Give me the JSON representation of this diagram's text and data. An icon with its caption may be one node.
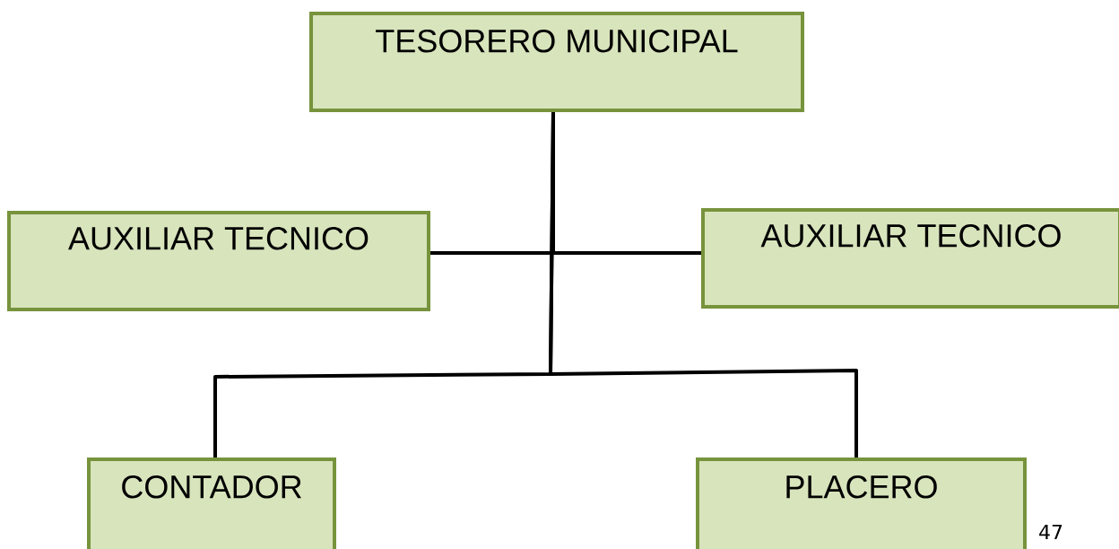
{
  "diagram": {
    "nodes": [
      {
        "text": [
          "TESORERO MUNICIPAL"
        ]
      },
      {
        "text": [
          "AUXILIAR TECNICO"
        ]
      },
      {
        "text": [
          "AUXILIAR TECNICO"
        ]
      },
      {
        "text": [
          "CONTADOR"
        ]
      },
      {
        "text": [
          "PLACERO"
        ]
      }
    ],
    "edges": [
      {
        "from": 0,
        "to": 1,
        "arrow": "none"
      },
      {
        "from": 0,
        "to": 2,
        "arrow": "none"
      },
      {
        "from": 0,
        "to": 3,
        "arrow": "none"
      },
      {
        "from": 0,
        "to": 4,
        "arrow": "none"
      }
    ],
    "labels": [
      "47"
    ]
  }
}
